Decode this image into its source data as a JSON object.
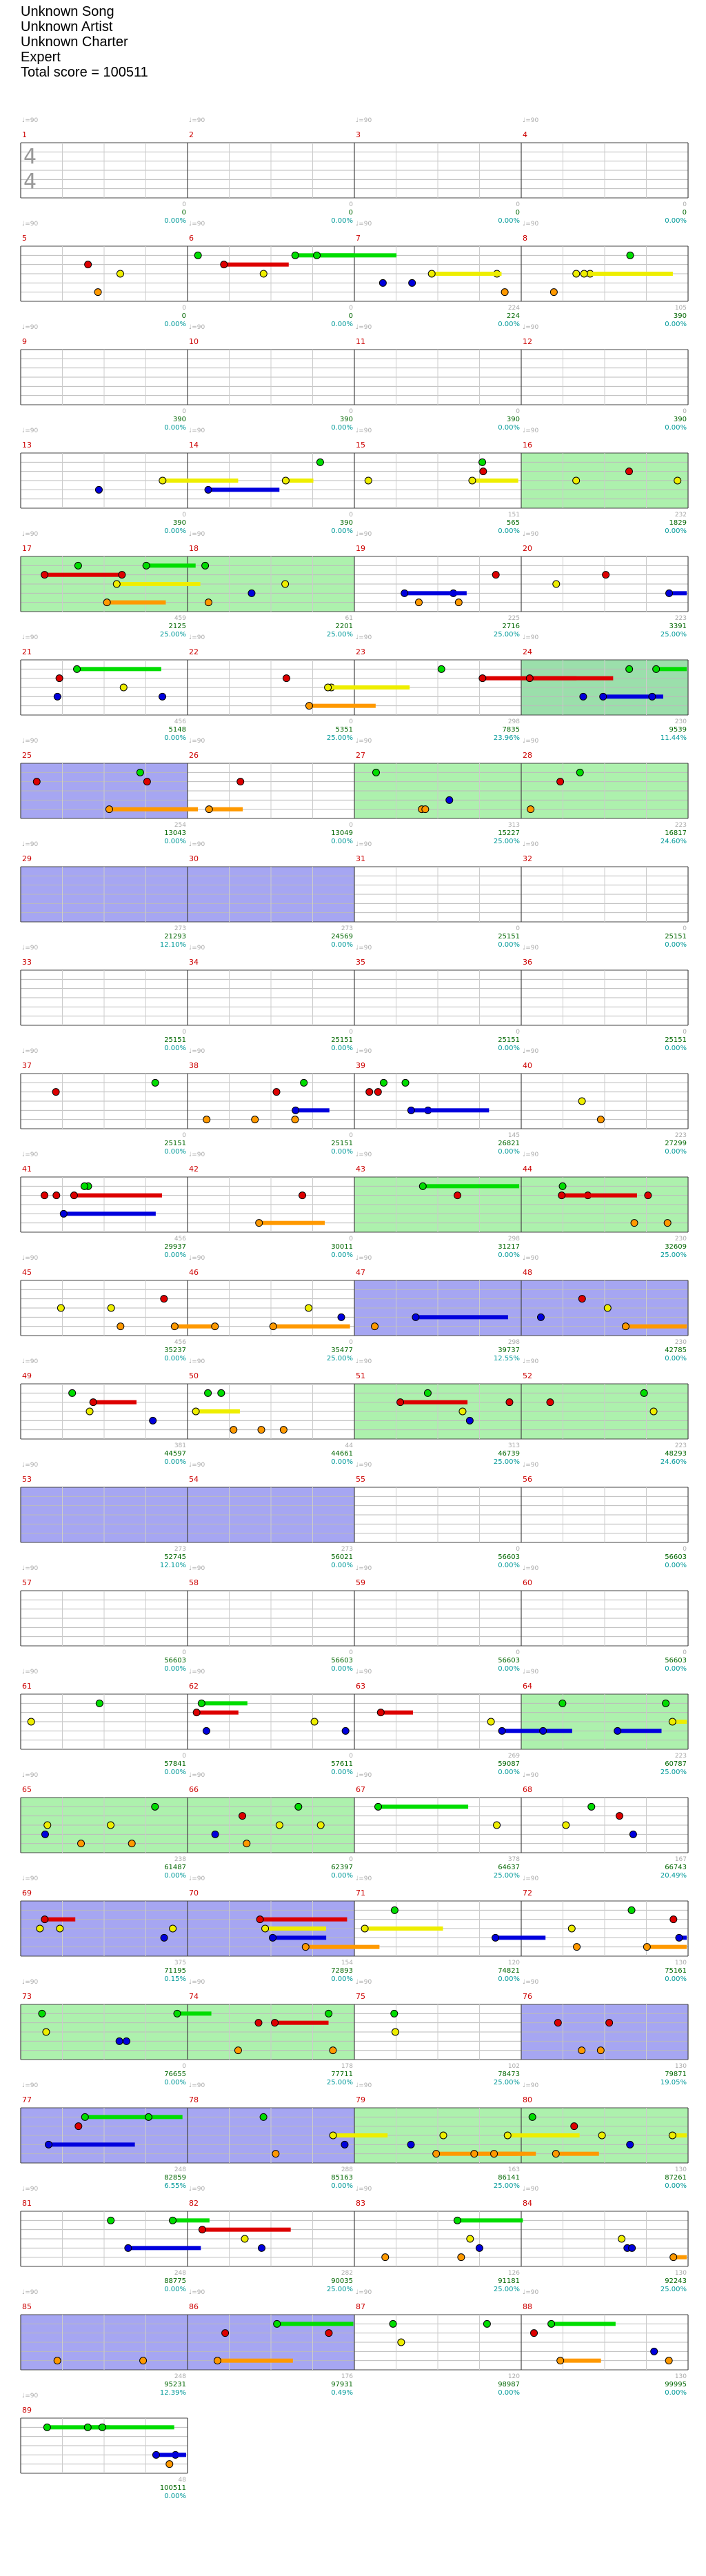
{
  "header": {
    "song": "Unknown Song",
    "artist": "Unknown Artist",
    "charter": "Unknown Charter",
    "difficulty": "Expert",
    "total_score": "Total score = 100511"
  },
  "time_signature": {
    "numerator": "4",
    "denominator": "4"
  },
  "rows": [
    {
      "measures": [
        1,
        2,
        3,
        4
      ],
      "scores": [
        {
          "a": "0",
          "b": "0",
          "p": "0.00%"
        },
        {
          "a": "0",
          "b": "0",
          "p": "0.00%"
        },
        {
          "a": "0",
          "b": "0",
          "p": "0.00%"
        },
        {
          "a": "0",
          "b": "0",
          "p": "0.00%"
        }
      ]
    },
    {
      "measures": [
        5,
        6,
        7,
        8
      ],
      "scores": [
        {
          "a": "0",
          "b": "0",
          "p": "0.00%"
        },
        {
          "a": "0",
          "b": "0",
          "p": "0.00%"
        },
        {
          "a": "224",
          "b": "224",
          "p": "0.00%"
        },
        {
          "a": "105",
          "b": "390",
          "p": "0.00%"
        }
      ]
    },
    {
      "measures": [
        9,
        10,
        11,
        12
      ],
      "scores": [
        {
          "a": "0",
          "b": "390",
          "p": "0.00%"
        },
        {
          "a": "0",
          "b": "390",
          "p": "0.00%"
        },
        {
          "a": "0",
          "b": "390",
          "p": "0.00%"
        },
        {
          "a": "0",
          "b": "390",
          "p": "0.00%"
        }
      ]
    },
    {
      "measures": [
        13,
        14,
        15,
        16
      ],
      "scores": [
        {
          "a": "0",
          "b": "390",
          "p": "0.00%"
        },
        {
          "a": "0",
          "b": "390",
          "p": "0.00%"
        },
        {
          "a": "151",
          "b": "565",
          "p": "0.00%"
        },
        {
          "a": "232",
          "b": "1829",
          "p": "0.00%"
        }
      ]
    },
    {
      "measures": [
        17,
        18,
        19,
        20
      ],
      "scores": [
        {
          "a": "459",
          "b": "2125",
          "p": "25.00%"
        },
        {
          "a": "61",
          "b": "2201",
          "p": "25.00%"
        },
        {
          "a": "225",
          "b": "2716",
          "p": "25.00%"
        },
        {
          "a": "223",
          "b": "3391",
          "p": "25.00%"
        }
      ]
    },
    {
      "measures": [
        21,
        22,
        23,
        24
      ],
      "scores": [
        {
          "a": "456",
          "b": "5148",
          "p": "0.00%"
        },
        {
          "a": "0",
          "b": "5351",
          "p": "25.00%"
        },
        {
          "a": "298",
          "b": "7835",
          "p": "23.96%"
        },
        {
          "a": "230",
          "b": "9539",
          "p": "11.44%"
        }
      ]
    },
    {
      "measures": [
        25,
        26,
        27,
        28
      ],
      "scores": [
        {
          "a": "254",
          "b": "13043",
          "p": "0.00%"
        },
        {
          "a": "0",
          "b": "13049",
          "p": "0.00%"
        },
        {
          "a": "313",
          "b": "15227",
          "p": "25.00%"
        },
        {
          "a": "223",
          "b": "16817",
          "p": "24.60%"
        }
      ]
    },
    {
      "measures": [
        29,
        30,
        31,
        32
      ],
      "scores": [
        {
          "a": "273",
          "b": "21293",
          "p": "12.10%"
        },
        {
          "a": "273",
          "b": "24569",
          "p": "0.00%"
        },
        {
          "a": "0",
          "b": "25151",
          "p": "0.00%"
        },
        {
          "a": "0",
          "b": "25151",
          "p": "0.00%"
        }
      ]
    },
    {
      "measures": [
        33,
        34,
        35,
        36
      ],
      "scores": [
        {
          "a": "0",
          "b": "25151",
          "p": "0.00%"
        },
        {
          "a": "0",
          "b": "25151",
          "p": "0.00%"
        },
        {
          "a": "0",
          "b": "25151",
          "p": "0.00%"
        },
        {
          "a": "0",
          "b": "25151",
          "p": "0.00%"
        }
      ]
    },
    {
      "measures": [
        37,
        38,
        39,
        40
      ],
      "scores": [
        {
          "a": "0",
          "b": "25151",
          "p": "0.00%"
        },
        {
          "a": "0",
          "b": "25151",
          "p": "0.00%"
        },
        {
          "a": "145",
          "b": "26821",
          "p": "0.00%"
        },
        {
          "a": "223",
          "b": "27299",
          "p": "0.00%"
        }
      ]
    },
    {
      "measures": [
        41,
        42,
        43,
        44
      ],
      "scores": [
        {
          "a": "456",
          "b": "29937",
          "p": "0.00%"
        },
        {
          "a": "0",
          "b": "30011",
          "p": "0.00%"
        },
        {
          "a": "298",
          "b": "31217",
          "p": "0.00%"
        },
        {
          "a": "230",
          "b": "32609",
          "p": "25.00%"
        }
      ]
    },
    {
      "measures": [
        45,
        46,
        47,
        48
      ],
      "scores": [
        {
          "a": "456",
          "b": "35237",
          "p": "0.00%"
        },
        {
          "a": "0",
          "b": "35477",
          "p": "25.00%"
        },
        {
          "a": "298",
          "b": "39737",
          "p": "12.55%"
        },
        {
          "a": "230",
          "b": "42785",
          "p": "0.00%"
        }
      ]
    },
    {
      "measures": [
        49,
        50,
        51,
        52
      ],
      "scores": [
        {
          "a": "381",
          "b": "44597",
          "p": "0.00%"
        },
        {
          "a": "44",
          "b": "44661",
          "p": "0.00%"
        },
        {
          "a": "313",
          "b": "46739",
          "p": "25.00%"
        },
        {
          "a": "223",
          "b": "48293",
          "p": "24.60%"
        }
      ]
    },
    {
      "measures": [
        53,
        54,
        55,
        56
      ],
      "scores": [
        {
          "a": "273",
          "b": "52745",
          "p": "12.10%"
        },
        {
          "a": "273",
          "b": "56021",
          "p": "0.00%"
        },
        {
          "a": "0",
          "b": "56603",
          "p": "0.00%"
        },
        {
          "a": "0",
          "b": "56603",
          "p": "0.00%"
        }
      ]
    },
    {
      "measures": [
        57,
        58,
        59,
        60
      ],
      "scores": [
        {
          "a": "0",
          "b": "56603",
          "p": "0.00%"
        },
        {
          "a": "0",
          "b": "56603",
          "p": "0.00%"
        },
        {
          "a": "0",
          "b": "56603",
          "p": "0.00%"
        },
        {
          "a": "0",
          "b": "56603",
          "p": "0.00%"
        }
      ]
    },
    {
      "measures": [
        61,
        62,
        63,
        64
      ],
      "scores": [
        {
          "a": "0",
          "b": "57841",
          "p": "0.00%"
        },
        {
          "a": "0",
          "b": "57611",
          "p": "0.00%"
        },
        {
          "a": "269",
          "b": "59087",
          "p": "0.00%"
        },
        {
          "a": "223",
          "b": "60787",
          "p": "25.00%"
        }
      ]
    },
    {
      "measures": [
        65,
        66,
        67,
        68
      ],
      "scores": [
        {
          "a": "238",
          "b": "61487",
          "p": "0.00%"
        },
        {
          "a": "0",
          "b": "62397",
          "p": "0.00%"
        },
        {
          "a": "378",
          "b": "64637",
          "p": "25.00%"
        },
        {
          "a": "167",
          "b": "66743",
          "p": "20.49%"
        }
      ]
    },
    {
      "measures": [
        69,
        70,
        71,
        72
      ],
      "scores": [
        {
          "a": "375",
          "b": "71195",
          "p": "0.15%"
        },
        {
          "a": "154",
          "b": "72893",
          "p": "0.00%"
        },
        {
          "a": "120",
          "b": "74821",
          "p": "0.00%"
        },
        {
          "a": "130",
          "b": "75161",
          "p": "0.00%"
        }
      ]
    },
    {
      "measures": [
        73,
        74,
        75,
        76
      ],
      "scores": [
        {
          "a": "0",
          "b": "76655",
          "p": "0.00%"
        },
        {
          "a": "178",
          "b": "77711",
          "p": "25.00%"
        },
        {
          "a": "102",
          "b": "78473",
          "p": "25.00%"
        },
        {
          "a": "130",
          "b": "79871",
          "p": "19.05%"
        }
      ]
    },
    {
      "measures": [
        77,
        78,
        79,
        80
      ],
      "scores": [
        {
          "a": "248",
          "b": "82859",
          "p": "6.55%"
        },
        {
          "a": "288",
          "b": "85163",
          "p": "0.00%"
        },
        {
          "a": "163",
          "b": "86141",
          "p": "25.00%"
        },
        {
          "a": "130",
          "b": "87261",
          "p": "0.00%"
        }
      ]
    },
    {
      "measures": [
        81,
        82,
        83,
        84
      ],
      "scores": [
        {
          "a": "248",
          "b": "88775",
          "p": "0.00%"
        },
        {
          "a": "282",
          "b": "90035",
          "p": "25.00%"
        },
        {
          "a": "126",
          "b": "91181",
          "p": "25.00%"
        },
        {
          "a": "130",
          "b": "92243",
          "p": "25.00%"
        }
      ]
    },
    {
      "measures": [
        85,
        86,
        87,
        88
      ],
      "scores": [
        {
          "a": "248",
          "b": "95231",
          "p": "12.39%"
        },
        {
          "a": "176",
          "b": "97931",
          "p": "0.49%"
        },
        {
          "a": "120",
          "b": "98987",
          "p": "0.00%"
        },
        {
          "a": "130",
          "b": "99995",
          "p": "0.00%"
        }
      ]
    },
    {
      "measures": [
        89
      ],
      "scores": [
        {
          "a": "48",
          "b": "100511",
          "p": "0.00%"
        }
      ]
    }
  ],
  "lane_colors": {
    "green": "#00dd00",
    "red": "#dd0000",
    "yellow": "#eeee00",
    "blue": "#0000dd",
    "orange": "#ff9900",
    "purple": "#990066"
  },
  "overlay_colors": {
    "star_power": "#99ee99",
    "solo": "#8888ee",
    "tempo_line": "#ff4444"
  }
}
